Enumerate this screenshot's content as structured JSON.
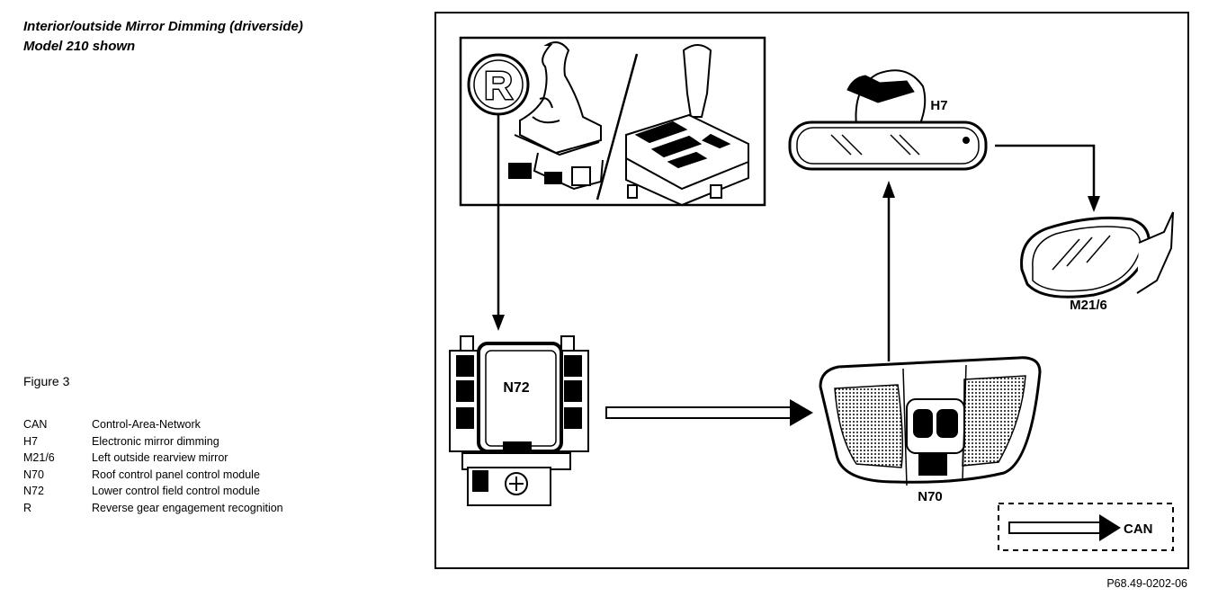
{
  "header": {
    "title_line1": "Interior/outside Mirror Dimming (driverside)",
    "title_line2": "Model 210 shown"
  },
  "figure_label": "Figure 3",
  "legend": [
    {
      "code": "CAN",
      "desc": "Control-Area-Network"
    },
    {
      "code": "H7",
      "desc": "Electronic mirror dimming"
    },
    {
      "code": "M21/6",
      "desc": "Left outside rearview mirror"
    },
    {
      "code": "N70",
      "desc": "Roof control panel control module"
    },
    {
      "code": "N72",
      "desc": "Lower control field control module"
    },
    {
      "code": "R",
      "desc": "Reverse gear engagement recognition"
    }
  ],
  "diagram": {
    "labels": {
      "r": "R",
      "n72": "N72",
      "h7": "H7",
      "m216": "M21/6",
      "n70": "N70",
      "can": "CAN"
    }
  },
  "reference": "P68.49-0202-06"
}
